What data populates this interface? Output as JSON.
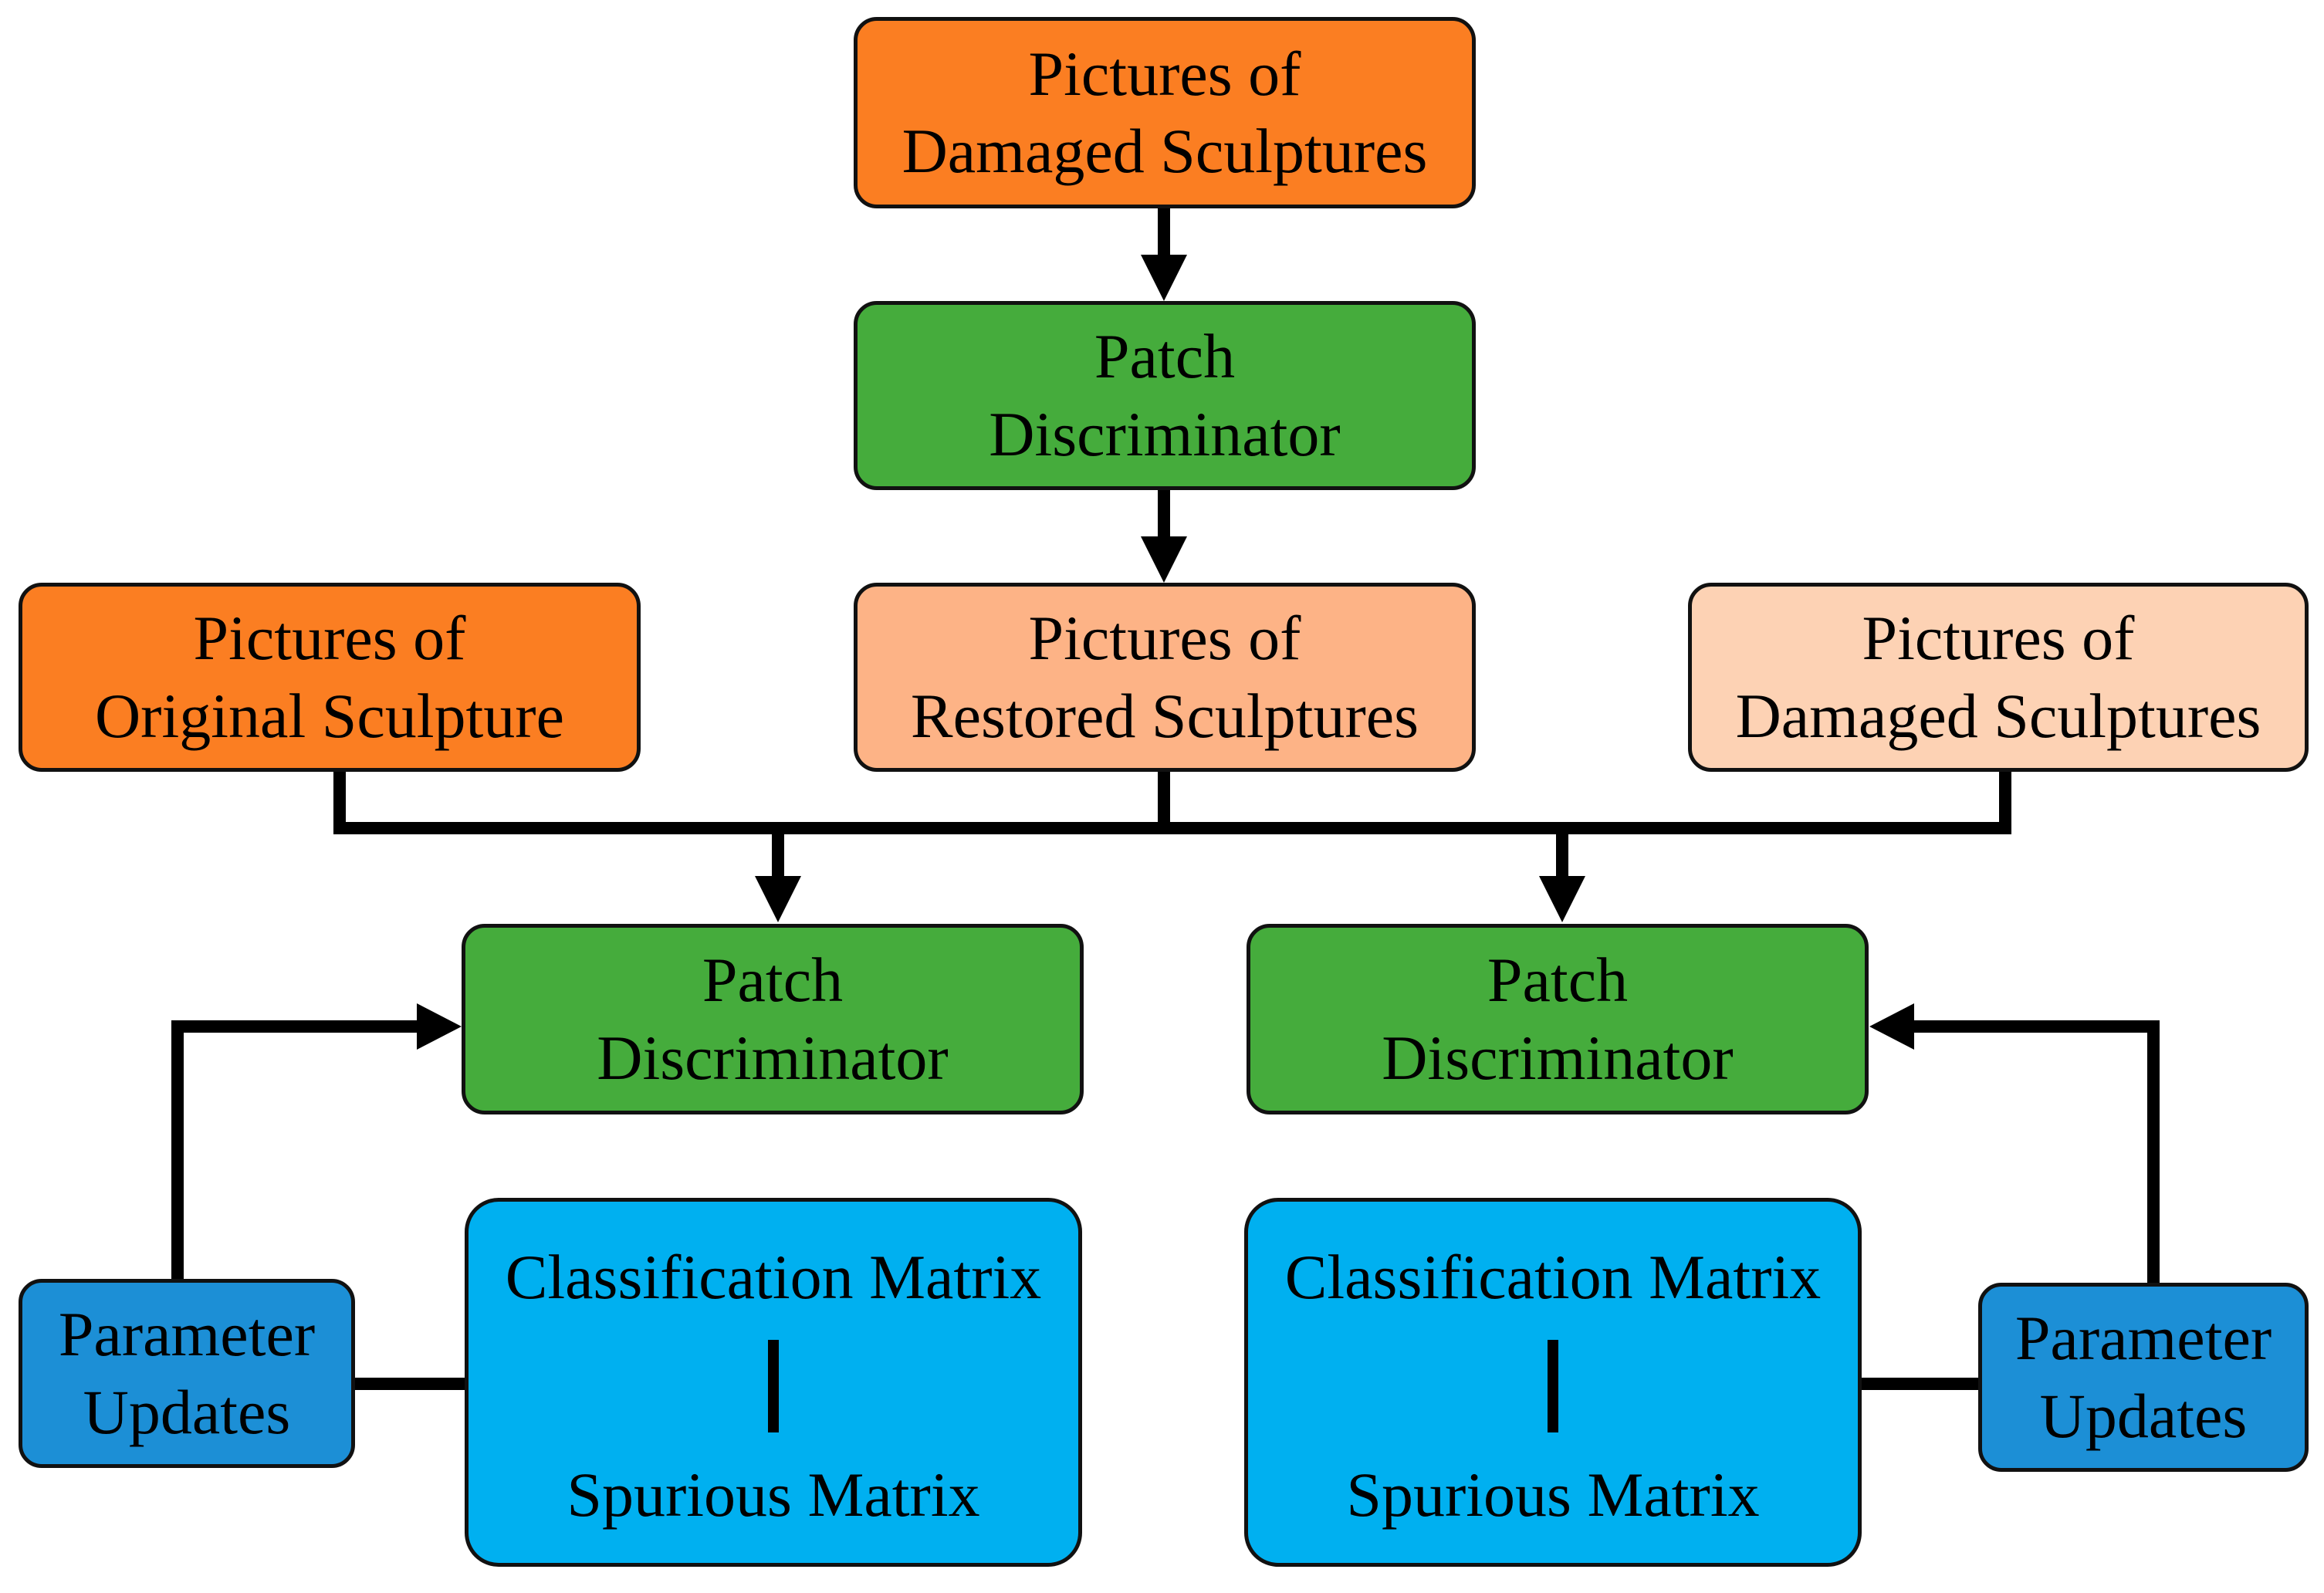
{
  "colors": {
    "input_orange": "#FB7E22",
    "restored_peach": "#FDB386",
    "damaged_light": "#FDD2B4",
    "discriminator_green": "#45AC3C",
    "matrix_blue": "#00B0F0",
    "update_blue": "#1C8FD6",
    "line": "#000000"
  },
  "nodes": {
    "top_input": {
      "line1": "Pictures of",
      "line2": "Damaged Sculptures"
    },
    "generator": {
      "line1": "Patch",
      "line2": "Discriminator"
    },
    "original": {
      "line1": "Pictures of",
      "line2": "Original Sculpture"
    },
    "restored": {
      "line1": "Pictures of",
      "line2": "Restored Sculptures"
    },
    "damaged": {
      "line1": "Pictures of",
      "line2": "Damaged Sculptures"
    },
    "disc_left": {
      "line1": "Patch",
      "line2": "Discriminator"
    },
    "disc_right": {
      "line1": "Patch",
      "line2": "Discriminator"
    },
    "matrix_left": {
      "line1": "Classification Matrix",
      "line2": "Spurious Matrix"
    },
    "matrix_right": {
      "line1": "Classification Matrix",
      "line2": "Spurious Matrix"
    },
    "update_left": {
      "line1": "Parameter",
      "line2": "Updates"
    },
    "update_right": {
      "line1": "Parameter",
      "line2": "Updates"
    }
  }
}
